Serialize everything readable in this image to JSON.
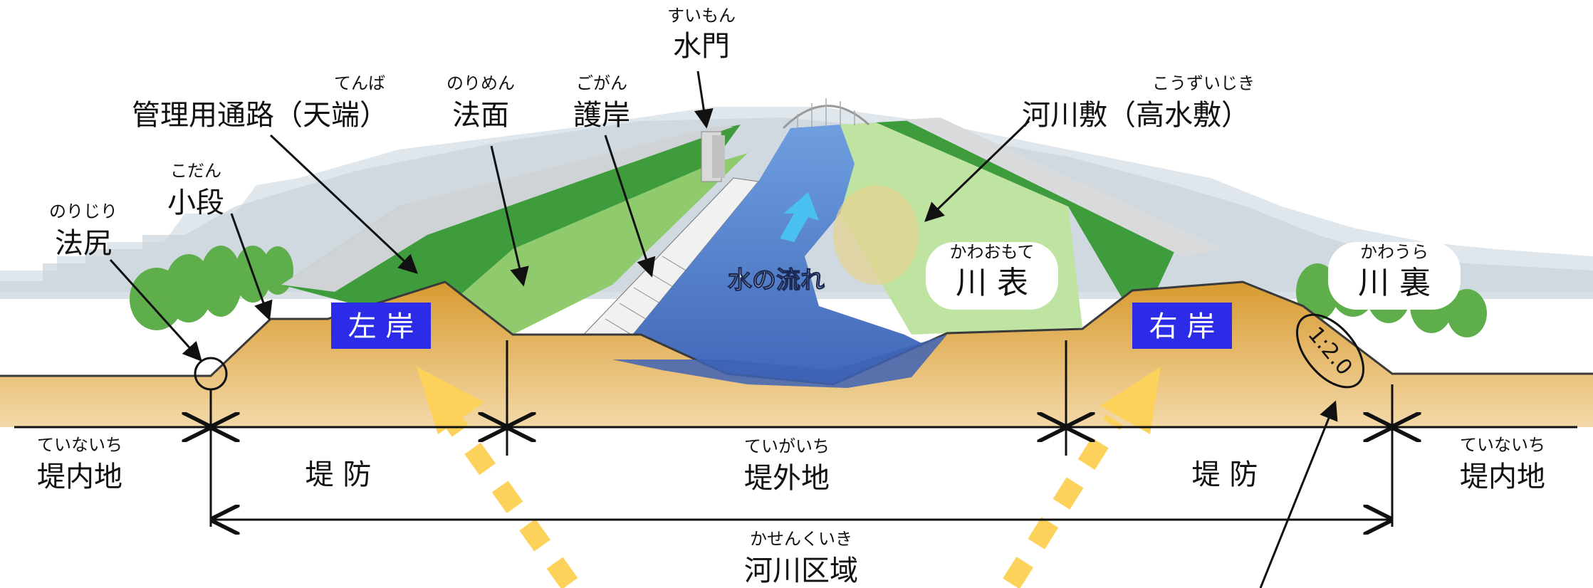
{
  "labels": {
    "suimon": {
      "ruby": "すいもん",
      "text": "水門"
    },
    "kanriyo": {
      "ruby": "てんば",
      "text": "管理用通路（天端）"
    },
    "nomen": {
      "ruby": "のりめん",
      "text": "法面"
    },
    "gogan": {
      "ruby": "ごがん",
      "text": "護岸"
    },
    "kasenshiki": {
      "ruby": "こうずいじき",
      "text": "河川敷（高水敷）"
    },
    "kodan": {
      "ruby": "こだん",
      "text": "小段"
    },
    "norijiri": {
      "ruby": "のりじり",
      "text": "法尻"
    },
    "flow": "水の流れ",
    "kawaomote": {
      "ruby": "かわおもて",
      "text": "川 表"
    },
    "kawaura": {
      "ruby": "かわうら",
      "text": "川 裏"
    },
    "sagan": "左 岸",
    "ugan": "右 岸",
    "slope_ratio": "1:2.0"
  },
  "dimensions": {
    "teinaichi_left": {
      "ruby": "ていないち",
      "text": "堤内地"
    },
    "teibo_left": "堤 防",
    "teigaichi": {
      "ruby": "ていがいち",
      "text": "堤外地"
    },
    "teibo_right": "堤 防",
    "teinaichi_right": {
      "ruby": "ていないち",
      "text": "堤内地"
    },
    "kasenkuiki": {
      "ruby": "かせんくいき",
      "text": "河川区域"
    }
  },
  "colors": {
    "bank_badge": "#2b2be8",
    "earth": "#c98a26",
    "water": "#4f7fd0",
    "grass": "#3e9a3a",
    "light_grass": "#a9d98a",
    "arrow_yellow": "#fcd25a",
    "flow_arrow": "#49c0f0"
  }
}
